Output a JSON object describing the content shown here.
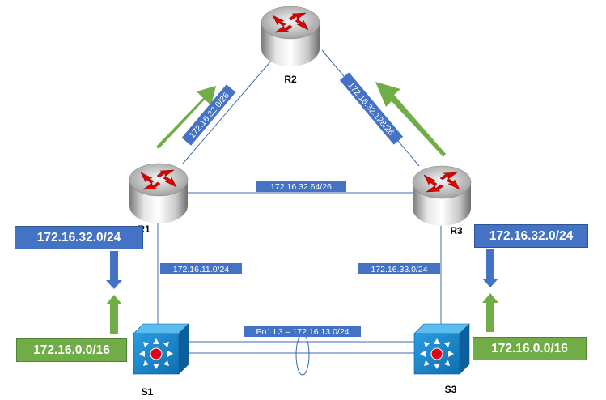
{
  "routers": {
    "r1": {
      "label": "R1"
    },
    "r2": {
      "label": "R2"
    },
    "r3": {
      "label": "R3"
    }
  },
  "switches": {
    "s1": {
      "label": "S1"
    },
    "s3": {
      "label": "S3"
    }
  },
  "links": {
    "r1_r2": "172.16.32.0/26",
    "r2_r3": "172.16.32.128/26",
    "r1_r3": "172.16.32.64/26",
    "r1_s1": "172.16.11.0/24",
    "r3_s3": "172.16.33.0/24",
    "s1_s3": "Po1 L3 – 172.16.13.0/24"
  },
  "route_boxes": {
    "left_top": "172.16.32.0/24",
    "left_bottom": "172.16.0.0/16",
    "right_top": "172.16.32.0/24",
    "right_bottom": "172.16.0.0/16"
  },
  "colors": {
    "blue": "#4472c4",
    "green": "#70ad47",
    "switch": "#1a8ed1",
    "router_arrow": "#e00000"
  }
}
